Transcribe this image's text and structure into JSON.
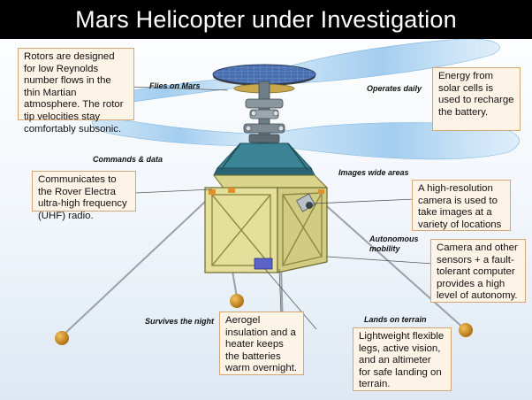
{
  "title": "Mars Helicopter under Investigation",
  "callouts": {
    "rotors": "Rotors are designed for low Reynolds number flows in the thin Martian atmosphere. The rotor tip velocities stay comfortably subsonic.",
    "energy": "Energy from solar cells is used to recharge the battery.",
    "communicates": "Communicates to the Rover Electra ultra-high frequency (UHF) radio.",
    "camera": "A high-resolution camera is used to take images at a variety of locations",
    "sensors": "Camera and other sensors + a fault-tolerant computer provides a high level of  autonomy.",
    "aerogel": "Aerogel insulation and a heater keeps the batteries warm overnight.",
    "legs": "Lightweight flexible legs, active vision, and an altimeter for safe landing on terrain."
  },
  "tags": {
    "flies": "Flies on Mars",
    "operates": "Operates daily",
    "commands": "Commands & data",
    "images": "Images wide areas",
    "autonomous": "Autonomous mobility",
    "survives": "Survives the night",
    "lands": "Lands on terrain"
  },
  "colors": {
    "title_bg": "#000000",
    "callout_bg": "#fdf3e7",
    "callout_border": "#d5a574",
    "body_yellow": "#e6e19a",
    "rotor_blade": "#a9d2f1",
    "solar_panel": "#3f63a3",
    "hub_teal": "#2f6e80"
  }
}
